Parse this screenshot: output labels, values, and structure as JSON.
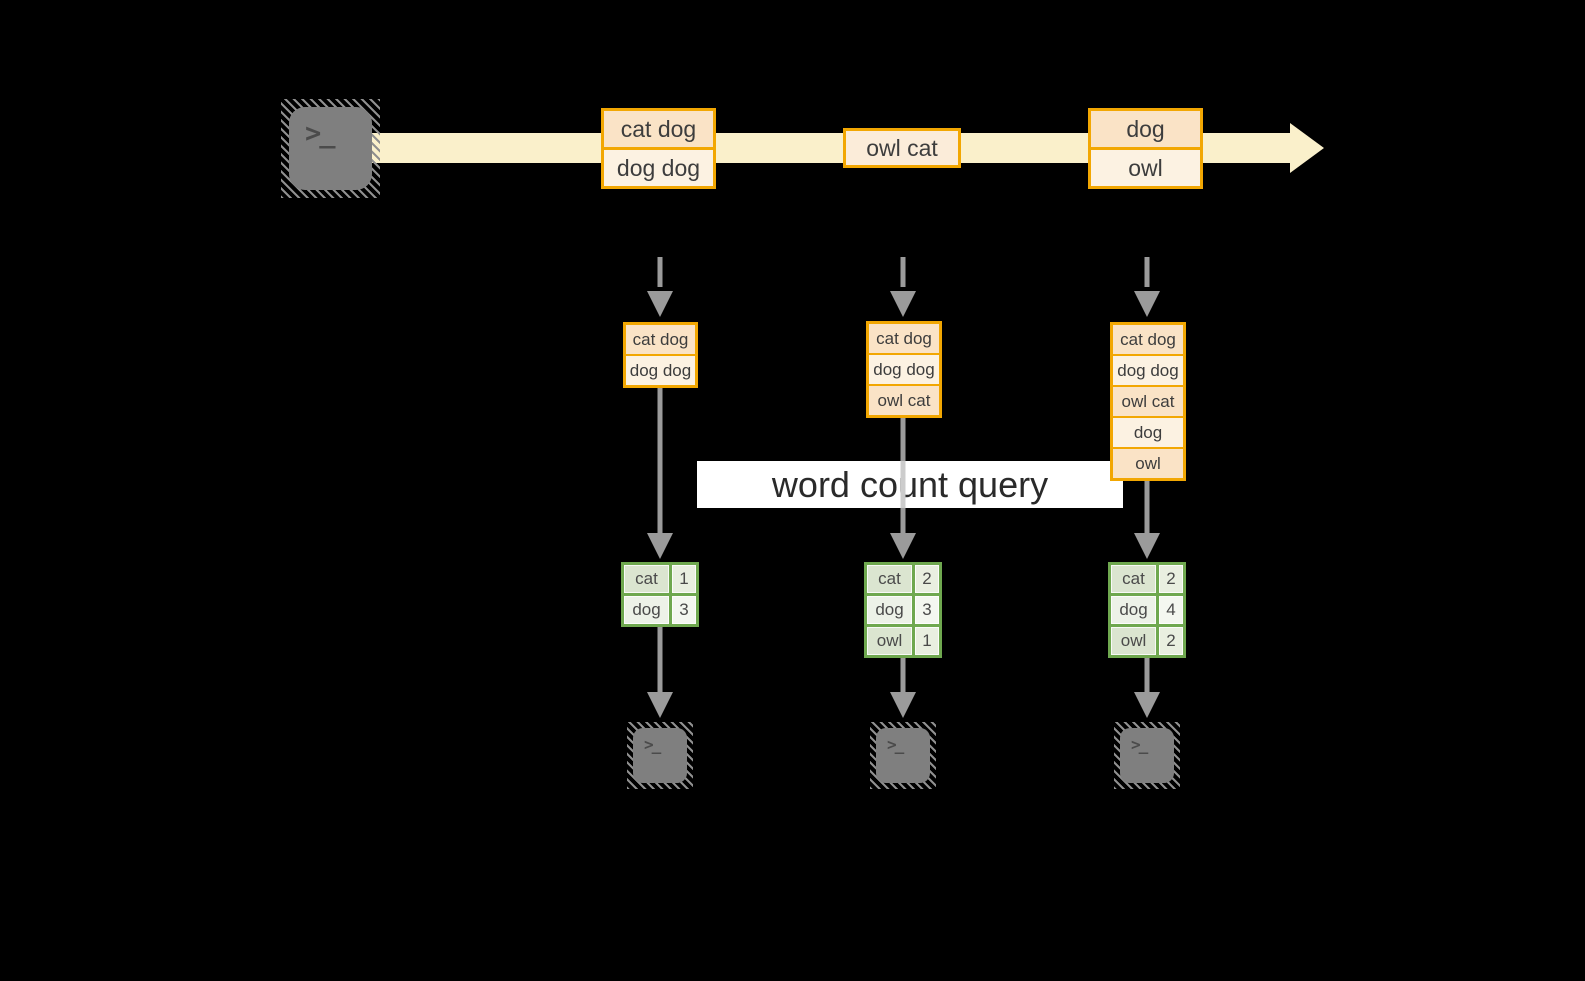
{
  "diagram": {
    "query_label": "word count query",
    "terminal_glyph": ">_",
    "timeline": {
      "group1": {
        "row1": "cat dog",
        "row2": "dog dog"
      },
      "group2": {
        "row1": "owl cat"
      },
      "group3": {
        "row1": "dog",
        "row2": "owl"
      }
    },
    "columns": [
      {
        "buffer": [
          "cat dog",
          "dog dog"
        ],
        "counts": [
          {
            "word": "cat",
            "count": "1"
          },
          {
            "word": "dog",
            "count": "3"
          }
        ]
      },
      {
        "buffer": [
          "cat dog",
          "dog dog",
          "owl cat"
        ],
        "counts": [
          {
            "word": "cat",
            "count": "2"
          },
          {
            "word": "dog",
            "count": "3"
          },
          {
            "word": "owl",
            "count": "1"
          }
        ]
      },
      {
        "buffer": [
          "cat dog",
          "dog dog",
          "owl cat",
          "dog",
          "owl"
        ],
        "counts": [
          {
            "word": "cat",
            "count": "2"
          },
          {
            "word": "dog",
            "count": "4"
          },
          {
            "word": "owl",
            "count": "2"
          }
        ]
      }
    ],
    "colors": {
      "background": "#000000",
      "stream_band": "#FAF0CB",
      "record_border": "#F2A702",
      "record_fill_peach": "#FAE3C6",
      "record_fill_cream": "#FCF2E2",
      "table_border": "#6FA84F",
      "table_cell_dark": "#DBE5D0",
      "table_cell_light": "#EDF2E8",
      "arrow_gray": "#9B9B9B",
      "terminal_gray": "#7F7F7F",
      "label_bg": "#FFFFFF",
      "text": "#3D3D3D"
    }
  }
}
